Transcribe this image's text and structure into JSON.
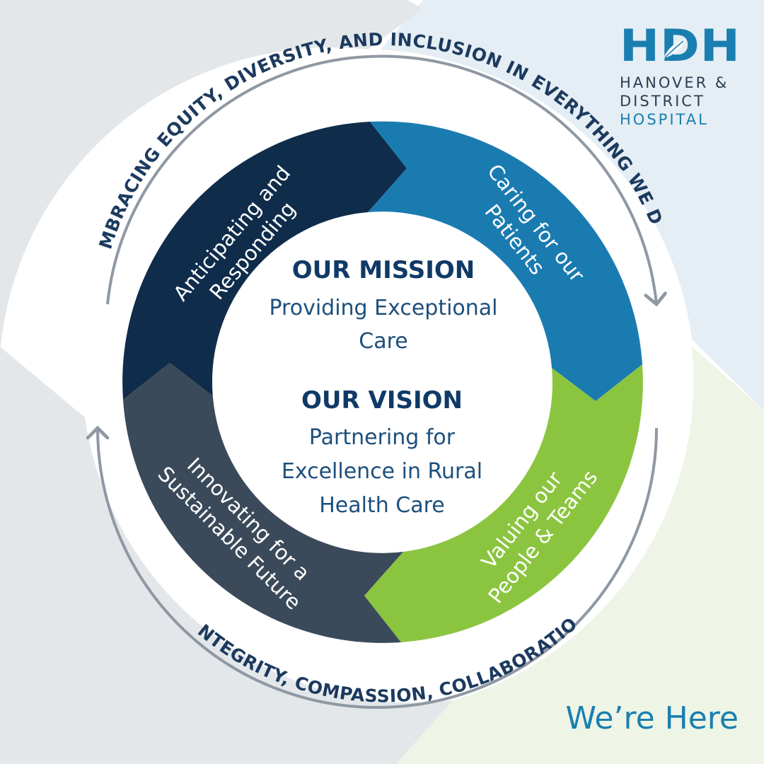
{
  "logo": {
    "letters": "HDH",
    "line1": "HANOVER &",
    "line2": "DISTRICT",
    "line3": "HOSPITAL"
  },
  "outer_text_top": "EMBRACING EQUITY, DIVERSITY, AND INCLUSION IN EVERYTHING WE DO",
  "outer_text_bottom": "INTEGRITY, COMPASSION, COLLABORATION",
  "segments": {
    "caring": {
      "line1": "Caring for our",
      "line2": "Patients"
    },
    "valuing": {
      "line1": "Valuing our",
      "line2": "People & Teams"
    },
    "innovating": {
      "line1": "Innovating for a",
      "line2": "Sustainable Future"
    },
    "anticipating": {
      "line1": "Anticipating and",
      "line2": "Responding"
    }
  },
  "center": {
    "mission_heading": "OUR MISSION",
    "mission_line1": "Providing Exceptional",
    "mission_line2": "Care",
    "vision_heading": "OUR VISION",
    "vision_line1": "Partnering for",
    "vision_line2": "Excellence in Rural",
    "vision_line3": "Health Care"
  },
  "tagline": "We’re Here",
  "colors": {
    "caring": "#1a7bb0",
    "valuing": "#8bc540",
    "innovating": "#3b4a5a",
    "anticipating": "#0f2c4b",
    "brand_blue": "#1a7fb0",
    "text_navy": "#1c3a5e"
  }
}
